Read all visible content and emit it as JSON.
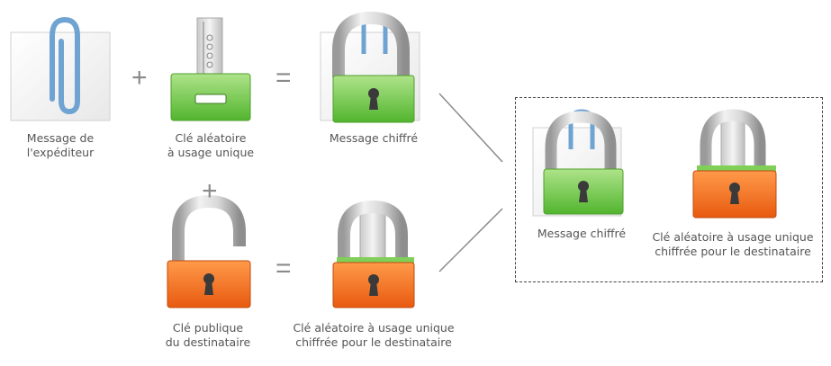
{
  "items": {
    "sender_message": {
      "line1": "Message de",
      "line2": "l'expéditeur"
    },
    "session_key": {
      "line1": "Clé aléatoire",
      "line2": "à usage unique"
    },
    "encrypted_message": {
      "line1": "Message chiffré"
    },
    "recipient_public_key": {
      "line1": "Clé publique",
      "line2": "du destinataire"
    },
    "encrypted_session_key": {
      "line1": "Clé aléatoire à usage unique",
      "line2": "chiffrée pour le destinataire"
    }
  },
  "bundle": {
    "message": {
      "line1": "Message chiffré"
    },
    "key": {
      "line1": "Clé aléatoire à usage unique",
      "line2": "chiffrée pour le destinataire"
    }
  },
  "operators": {
    "plus": "+",
    "equals": "="
  },
  "colors": {
    "green_top": "#aee38a",
    "green_bottom": "#52b52e",
    "orange_top": "#ff9a4a",
    "orange_bottom": "#e85a10",
    "clip": "#6fa3d2",
    "text": "#555555",
    "shackle": "#bdbdbd"
  }
}
